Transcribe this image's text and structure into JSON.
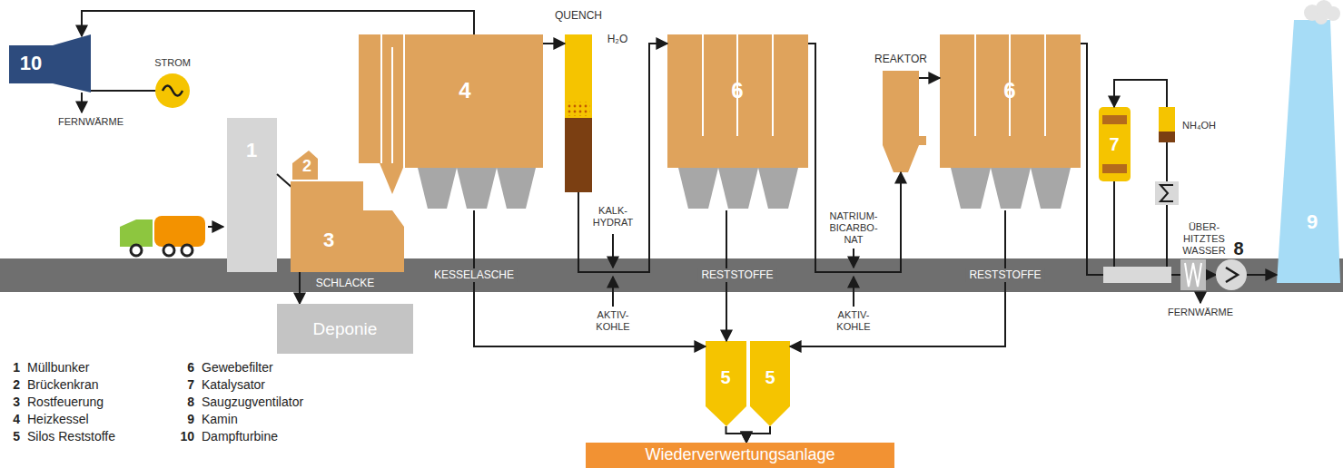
{
  "diagram": {
    "nodes": [
      {
        "text": [
          "10"
        ]
      },
      {
        "text": [
          "1"
        ]
      },
      {
        "text": [
          "2"
        ]
      },
      {
        "text": [
          "3"
        ]
      },
      {
        "text": [
          "4"
        ]
      },
      {
        "text": [
          "QUENCH",
          "H₂O"
        ]
      },
      {
        "text": [
          "6"
        ]
      },
      {
        "text": [
          "REAKTOR"
        ]
      },
      {
        "text": [
          "6"
        ]
      },
      {
        "text": [
          "7"
        ]
      },
      {
        "text": [
          "8"
        ]
      },
      {
        "text": [
          "9"
        ]
      },
      {
        "text": [
          "5"
        ]
      },
      {
        "text": [
          "5"
        ]
      },
      {
        "text": [
          "Deponie"
        ]
      },
      {
        "text": [
          "Wiederverwertungsanlage"
        ]
      }
    ],
    "edges": [
      {
        "from": 4,
        "to": 0,
        "arrow": "to"
      },
      {
        "from": 4,
        "to": 5,
        "arrow": "to"
      },
      {
        "from": 5,
        "to": 6,
        "arrow": "to"
      },
      {
        "from": 6,
        "to": 7,
        "arrow": "to"
      },
      {
        "from": 7,
        "to": 8,
        "arrow": "to"
      },
      {
        "from": 8,
        "to": 9,
        "arrow": "to"
      },
      {
        "from": 9,
        "to": 10,
        "arrow": "to"
      },
      {
        "from": 10,
        "to": 11,
        "arrow": "to"
      },
      {
        "from": 4,
        "to": 12,
        "arrow": "to"
      },
      {
        "from": 6,
        "to": 12,
        "arrow": "to"
      },
      {
        "from": 8,
        "to": 13,
        "arrow": "to"
      },
      {
        "from": 12,
        "to": 15,
        "arrow": "to"
      },
      {
        "from": 13,
        "to": 15,
        "arrow": "to"
      },
      {
        "from": 3,
        "to": 14,
        "arrow": "to"
      }
    ],
    "labels": [
      "STROM",
      "FERNWÄRME",
      "KALK- HYDRAT",
      "AKTIV- KOHLE",
      "NATRIUM- BICARBO- NAT",
      "AKTIV- KOHLE",
      "NH₄OH",
      "ÜBER- HITZTES WASSER",
      "SCHLACKE",
      "KESSELASCHE",
      "RESTSTOFFE",
      "RESTSTOFFE",
      "FERNWÄRME",
      "1",
      "Müllbunker",
      "2",
      "Brückenkran",
      "3",
      "Rostfeuerung",
      "4",
      "Heizkessel",
      "5",
      "Silos Reststoffe",
      "6",
      "Gewebefilter",
      "7",
      "Katalysator",
      "8",
      "Saugzugventilator",
      "9",
      "Kamin",
      "10",
      "Dampfturbine"
    ]
  }
}
